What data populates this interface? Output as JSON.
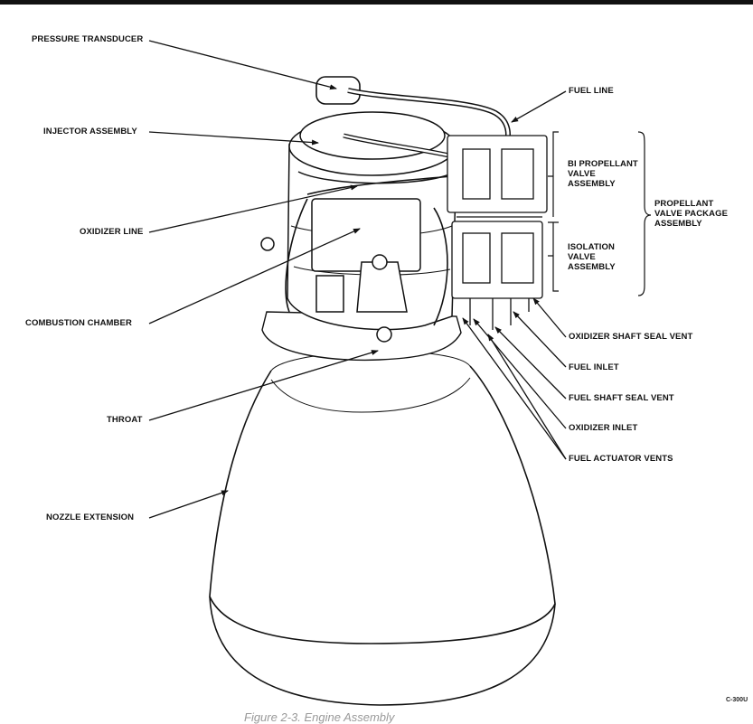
{
  "labels": {
    "pressure_transducer": "PRESSURE TRANSDUCER",
    "injector_assembly": "INJECTOR ASSEMBLY",
    "oxidizer_line": "OXIDIZER LINE",
    "combustion_chamber": "COMBUSTION CHAMBER",
    "throat": "THROAT",
    "nozzle_extension": "NOZZLE EXTENSION",
    "fuel_line": "FUEL LINE",
    "bi_propellant_valve_assembly": "BI PROPELLANT\nVALVE\nASSEMBLY",
    "isolation_valve_assembly": "ISOLATION\nVALVE\nASSEMBLY",
    "propellant_valve_package_assembly": "PROPELLANT\nVALVE PACKAGE\nASSEMBLY",
    "oxidizer_shaft_seal_vent": "OXIDIZER SHAFT SEAL VENT",
    "fuel_inlet": "FUEL INLET",
    "fuel_shaft_seal_vent": "FUEL SHAFT SEAL VENT",
    "oxidizer_inlet": "OXIDIZER INLET",
    "fuel_actuator_vents": "FUEL ACTUATOR VENTS"
  },
  "figure_code": "C-300U",
  "caption": "Figure 2-3. Engine Assembly"
}
